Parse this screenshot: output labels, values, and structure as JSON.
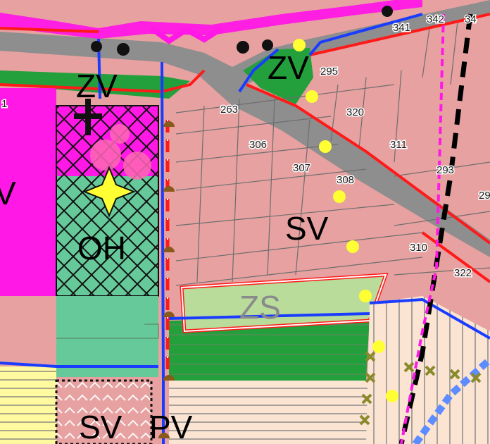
{
  "zone_labels": {
    "zv1": "ZV",
    "zv2": "ZV",
    "sv_main": "SV",
    "oh": "OH",
    "zs": "ZS",
    "sv_bottom": "SV",
    "pv": "PV",
    "left_partial": "V"
  },
  "parcel_numbers": {
    "p341": "341",
    "p342": "342",
    "p34x": "34",
    "p295": "295",
    "p263": "263",
    "p320": "320",
    "p306": "306",
    "p311": "311",
    "p307": "307",
    "p293": "293",
    "p308": "308",
    "p29x": "29",
    "p310": "310",
    "p322": "322",
    "p1": "1"
  },
  "colors": {
    "residential": "#e6a1a0",
    "road": "#8e8e8e",
    "green": "#23a03c",
    "park": "#99d08a",
    "cemetery": "#66c99a",
    "civic": "#ff18e6",
    "boundary_red": "#ff1a1a",
    "boundary_blue": "#1a3cff",
    "lightpink": "#fce4d3",
    "yellow_light": "#fffaa0"
  }
}
